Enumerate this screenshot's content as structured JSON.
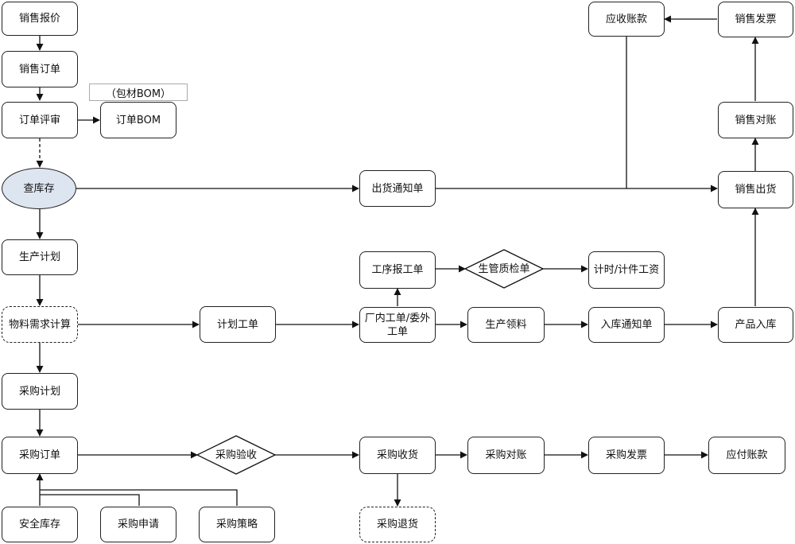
{
  "nodes": {
    "sales_quote": "销售报价",
    "sales_order": "销售订单",
    "order_review": "订单评审",
    "order_bom": "订单BOM",
    "bom_note": "（包材BOM）",
    "check_stock": "查库存",
    "production_plan": "生产计划",
    "mrp": "物料需求计算",
    "purchase_plan": "采购计划",
    "purchase_order": "采购订单",
    "safety_stock": "安全库存",
    "purchase_request": "采购申请",
    "purchase_strategy": "采购策略",
    "plan_work_order": "计划工单",
    "purchase_inspection": "采购验收",
    "shipping_notice": "出货通知单",
    "process_report": "工序报工单",
    "internal_external_order": "厂内工单/委外工单",
    "purchase_receipt": "采购收货",
    "purchase_return": "采购退货",
    "qc_check": "生管质检单",
    "production_pick": "生产领料",
    "purchase_reconcile": "采购对账",
    "wage_calc": "计时/计件工资",
    "warehouse_notice": "入库通知单",
    "purchase_invoice": "采购发票",
    "accounts_receivable": "应收账款",
    "product_storage": "产品入库",
    "accounts_payable": "应付账款",
    "sales_invoice": "销售发票",
    "sales_reconcile": "销售对账",
    "sales_shipment": "销售出货"
  }
}
